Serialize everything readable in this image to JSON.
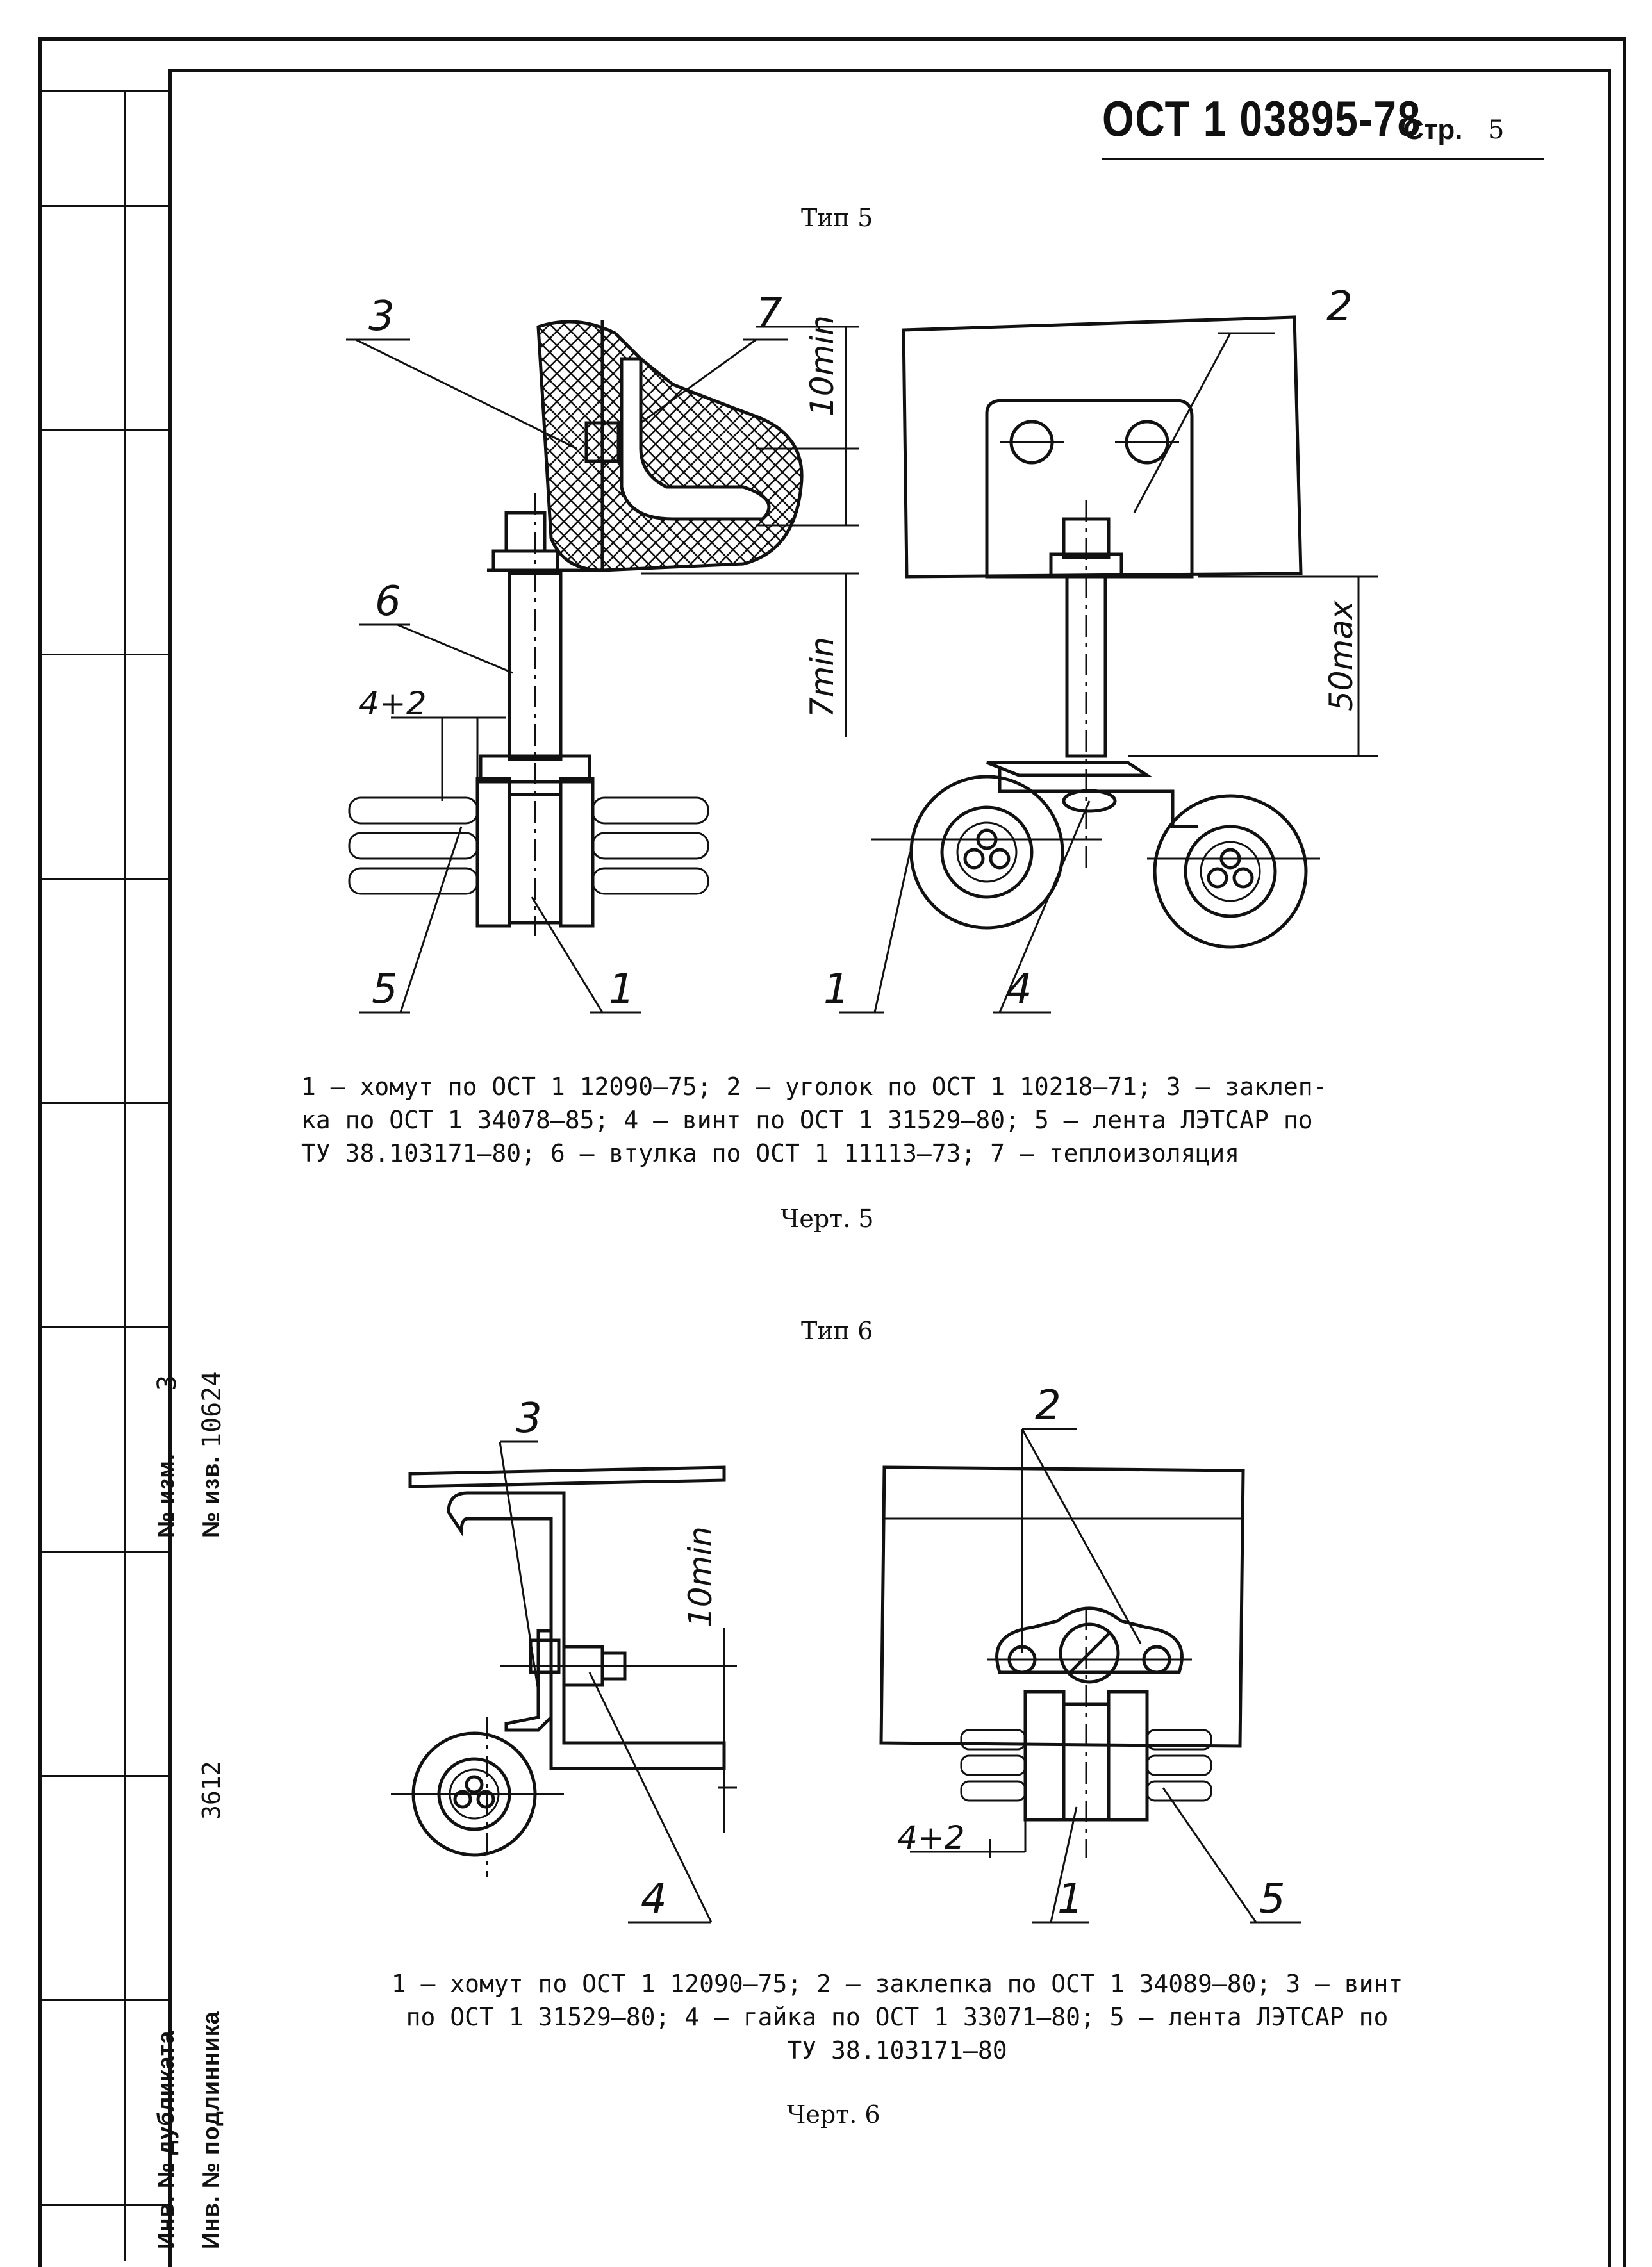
{
  "header": {
    "doc_code": "ОСТ 1 03895-78",
    "page_label": "Стр.",
    "page_number": "5"
  },
  "section1": {
    "title": "Тип 5",
    "labels": [
      "1",
      "2",
      "3",
      "4",
      "5",
      "6",
      "7"
    ],
    "dims": {
      "top": "10min",
      "bottom": "7min",
      "gap": "4+2",
      "height": "50max"
    },
    "caption_lines": [
      "1 – хомут по ОСТ 1 12090–75; 2 – уголок по ОСТ 1 10218–71; 3 – заклеп-",
      "ка по ОСТ 1 34078–85; 4 – винт по ОСТ 1 31529–80; 5 – лента ЛЭТСАР по",
      "ТУ 38.103171–80; 6 – втулка по ОСТ 1 11113–73; 7 – теплоизоляция"
    ],
    "figure_label": "Черт. 5"
  },
  "section2": {
    "title": "Тип 6",
    "labels": [
      "1",
      "2",
      "3",
      "4",
      "5"
    ],
    "dims": {
      "top": "10min",
      "gap": "4+2"
    },
    "caption_lines": [
      "1 – хомут по ОСТ 1 12090–75; 2 – заклепка по ОСТ 1 34089–80; 3 – винт",
      "по ОСТ 1 31529–80; 4 – гайка по ОСТ 1 33071–80; 5 – лента ЛЭТСАР по",
      "ТУ 38.103171–80"
    ],
    "figure_label": "Черт. 6"
  },
  "stamp": {
    "change_no_label_1": "№ изм.",
    "change_no_label_2": "№ изв.",
    "change_no": "3",
    "notice_no": "10624",
    "dup_label": "Инв. № дубликата",
    "orig_label": "Инв. № подлинника",
    "orig_no": "3612"
  }
}
